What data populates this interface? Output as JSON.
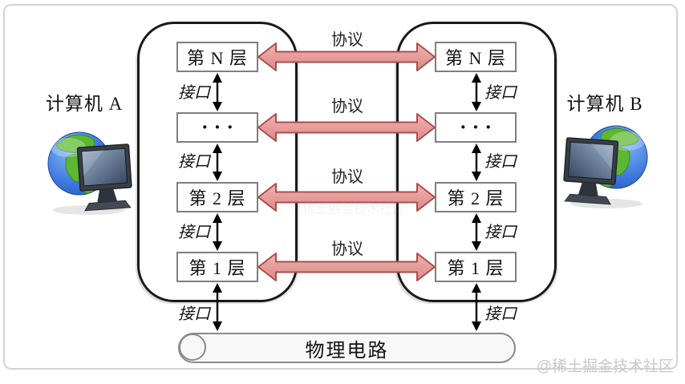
{
  "computers": {
    "a": {
      "label": "计算机 A"
    },
    "b": {
      "label": "计算机 B"
    }
  },
  "layers_a": {
    "n": "第 N 层",
    "ellipsis": "···",
    "l2": "第 2 层",
    "l1": "第 1 层"
  },
  "layers_b": {
    "n": "第 N 层",
    "ellipsis": "···",
    "l2": "第 2 层",
    "l1": "第 1 层"
  },
  "labels": {
    "interface": "接口",
    "protocol": "协议"
  },
  "physical_circuit": {
    "label": "物理电路"
  },
  "watermark": {
    "text": "@稀土掘金技术社区"
  },
  "icons": {
    "computer_icon": "globe-with-monitor"
  },
  "colors": {
    "protocol_arrow_fill": "#e9a3a1",
    "protocol_arrow_stroke": "#a94f4c",
    "layer_box_border": "#7f7f7f",
    "outline_border": "#191919",
    "circuit_fill": "#f8f8f8",
    "circuit_border": "#8a8a8a",
    "watermark_color": "#c9c9c9",
    "globe_green": "#5cb82f",
    "globe_blue": "#2a60c8"
  }
}
